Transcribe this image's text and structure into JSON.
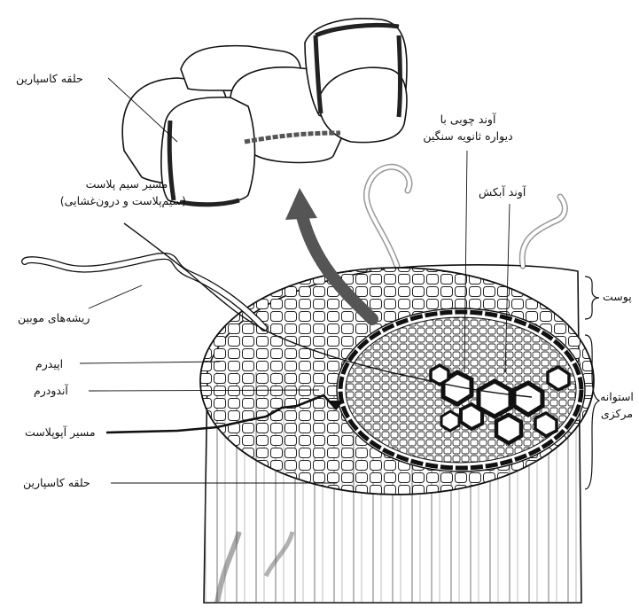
{
  "labels": {
    "casparian_top": "حلقه کاسپارین",
    "symplast_line1": "مسیر سیم پلاست",
    "symplast_line2": "(سیم‌پلاست و درون‌غشایی)",
    "root_hairs": "ریشه‌های موبین",
    "epidermis": "اپیدرم",
    "endodermis": "آندودرم",
    "apoplast": "مسیر آپوپلاست",
    "casparian_bottom": "حلقه کاسپارین",
    "xylem_line1": "آوند چوبی با",
    "xylem_line2": "دیواره ثانویه سنگین",
    "phloem": "آوند آبکش",
    "cortex": "پوست",
    "stele_line1": "استوانه",
    "stele_line2": "مرکزی"
  },
  "colors": {
    "ink": "#111111",
    "arrow_gray": "#555555",
    "band_dark": "#222222"
  }
}
